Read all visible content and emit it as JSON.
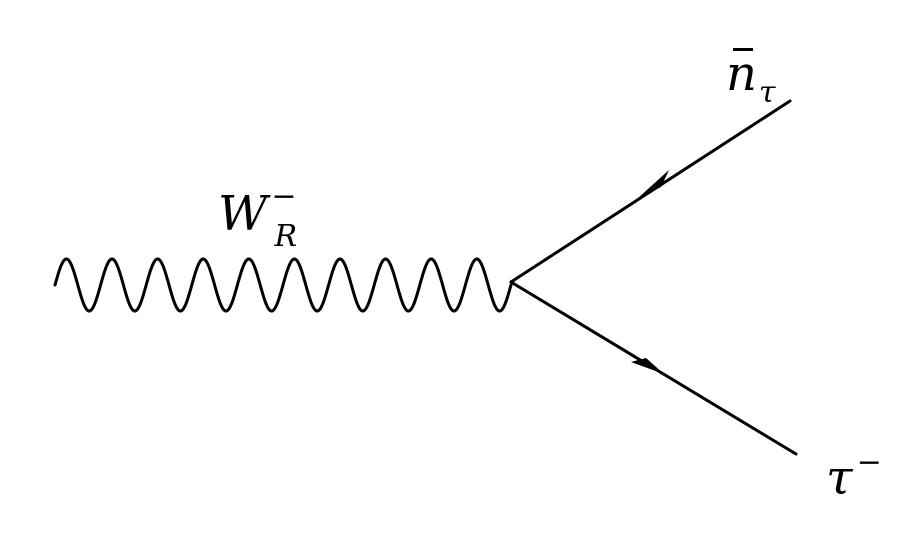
{
  "labels": {
    "boson": {
      "main": "W",
      "subscript": "R",
      "superscript": "−"
    },
    "antineutrino": {
      "main": "n",
      "subscript": "τ"
    },
    "lepton": {
      "main": "τ",
      "superscript": "−"
    }
  },
  "colors": {
    "line": "#000000",
    "background": "#ffffff"
  }
}
